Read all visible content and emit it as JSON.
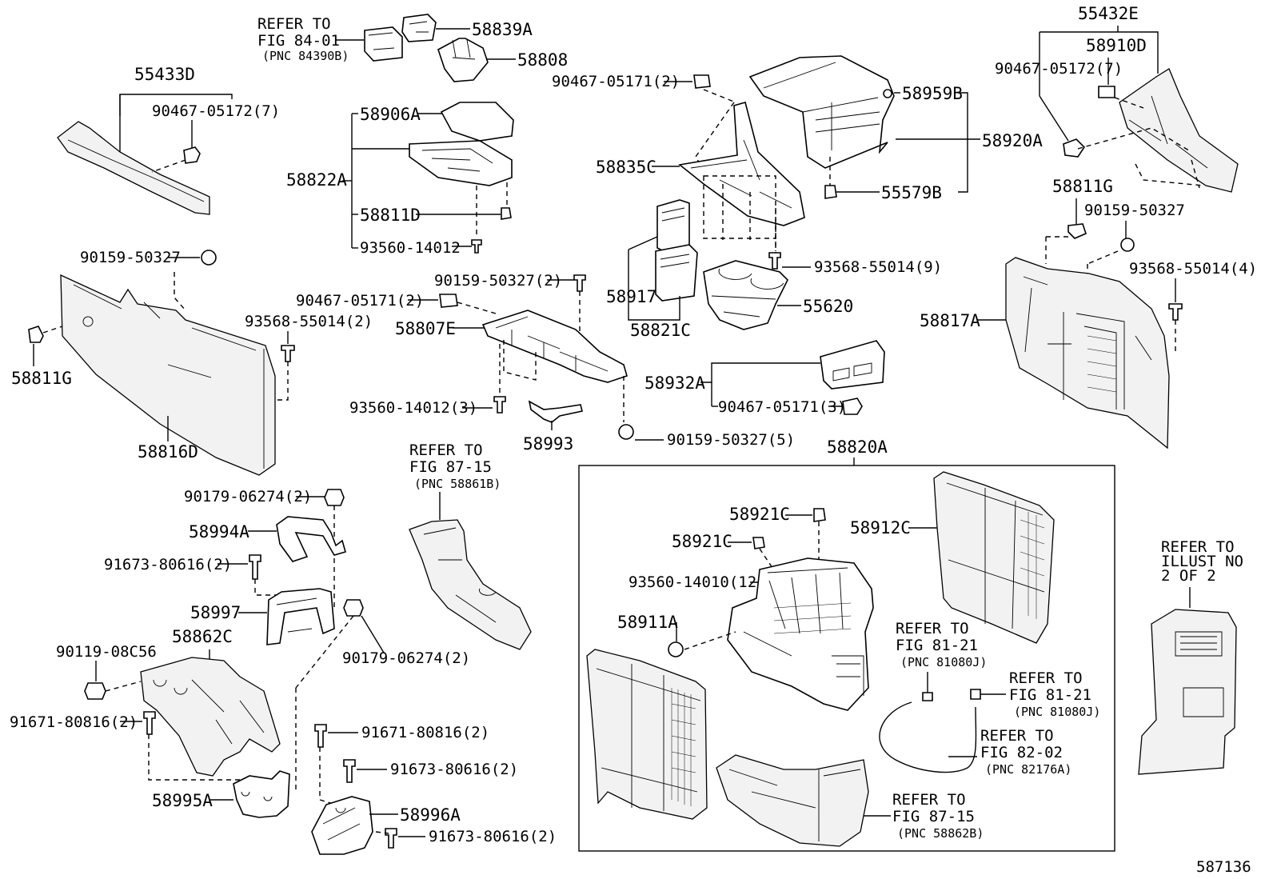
{
  "diagram_id": "587136",
  "labels": {
    "p55433D": "55433D",
    "p90467_05172_7_left": "90467-05172(7)",
    "p58839A": "58839A",
    "p58808": "58808",
    "p58906A": "58906A",
    "p58822A": "58822A",
    "p58811D": "58811D",
    "p93560_14012": "93560-14012",
    "p90467_05171_2_top": "90467-05171(2)",
    "p58835C": "58835C",
    "p58959B": "58959B",
    "p58920A": "58920A",
    "p55579B": "55579B",
    "p55432E": "55432E",
    "p58910D": "58910D",
    "p90467_05172_7_right": "90467-05172(7)",
    "p58811G_right": "58811G",
    "p90159_50327_right": "90159-50327",
    "p93568_55014_4": "93568-55014(4)",
    "p58817A": "58817A",
    "p90159_50327_left": "90159-50327",
    "p93568_55014_2": "93568-55014(2)",
    "p58811G_left": "58811G",
    "p58816D": "58816D",
    "p90159_50327_2": "90159-50327(2)",
    "p90467_05171_2_mid": "90467-05171(2)",
    "p58807E": "58807E",
    "p93560_14012_3": "93560-14012(3)",
    "p58993": "58993",
    "p90159_50327_5": "90159-50327(5)",
    "p58917": "58917",
    "p58821C": "58821C",
    "p55620": "55620",
    "p93568_55014_9": "93568-55014(9)",
    "p58932A": "58932A",
    "p90467_05171_3": "90467-05171(3)",
    "p58820A": "58820A",
    "p90179_06274_2_top": "90179-06274(2)",
    "p58994A": "58994A",
    "p91673_80616_2_a": "91673-80616(2)",
    "p58997": "58997",
    "p90179_06274_2_bot": "90179-06274(2)",
    "p90119_08C56": "90119-08C56",
    "p58862C": "58862C",
    "p91671_80816_2_left": "91671-80816(2)",
    "p91671_80816_2_right": "91671-80816(2)",
    "p91673_80616_2_b": "91673-80616(2)",
    "p58995A": "58995A",
    "p58996A": "58996A",
    "p91673_80616_2_c": "91673-80616(2)",
    "p58921C_a": "58921C",
    "p58921C_b": "58921C",
    "p58912C": "58912C",
    "p93560_14010_12": "93560-14010(12)",
    "p58911A": "58911A"
  },
  "refs": {
    "fig84": {
      "l1": "REFER TO",
      "l2": "FIG 84-01",
      "l3": "(PNC 84390B)"
    },
    "fig87_top": {
      "l1": "REFER TO",
      "l2": "FIG 87-15",
      "l3": "(PNC 58861B)"
    },
    "fig81_a": {
      "l1": "REFER TO",
      "l2": "FIG 81-21",
      "l3": "(PNC 81080J)"
    },
    "fig81_b": {
      "l1": "REFER TO",
      "l2": "FIG 81-21",
      "l3": "(PNC 81080J)"
    },
    "fig82": {
      "l1": "REFER TO",
      "l2": "FIG 82-02",
      "l3": "(PNC 82176A)"
    },
    "fig87_bot": {
      "l1": "REFER TO",
      "l2": "FIG 87-15",
      "l3": "(PNC 58862B)"
    },
    "illust": {
      "l1": "REFER TO",
      "l2": "ILLUST NO",
      "l3": "2 OF 2"
    }
  }
}
